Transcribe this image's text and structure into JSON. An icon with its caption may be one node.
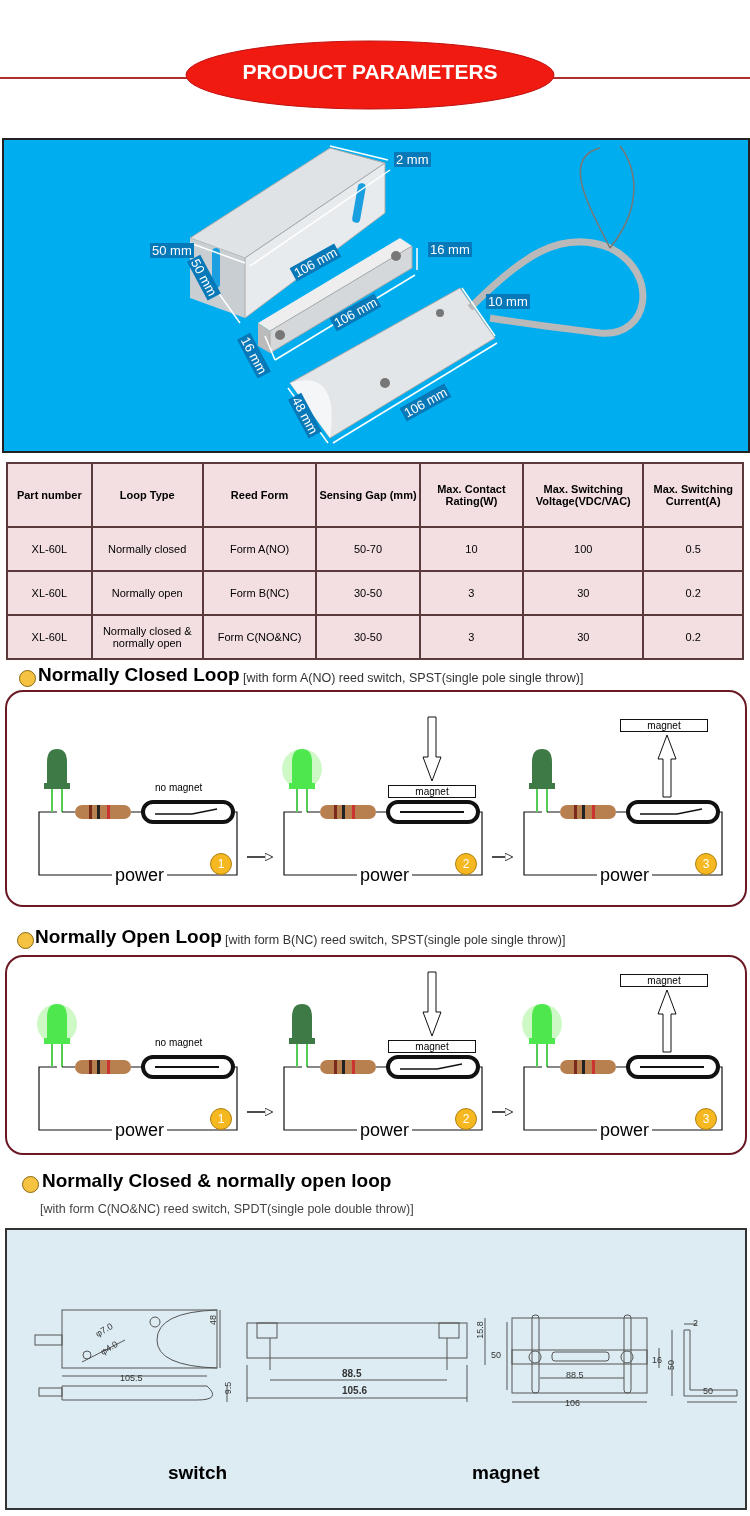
{
  "diagram": {
    "title": "PRODUCT PARAMETERS",
    "nodes": [
      {
        "text": [
          "Normally Closed Loop",
          "[with form A(NO) reed switch, SPST(single pole single throw)]"
        ]
      },
      {
        "text": [
          "no magnet",
          "power",
          "1"
        ],
        "in": 0
      },
      {
        "text": [
          "magnet",
          "power",
          "2"
        ],
        "in": 0
      },
      {
        "text": [
          "magnet",
          "power",
          "3"
        ],
        "in": 0
      },
      {
        "text": [
          "Normally Open Loop",
          "[with form B(NC) reed switch, SPST(single pole single throw)]"
        ]
      },
      {
        "text": [
          "no magnet",
          "power",
          "1"
        ],
        "in": 4
      },
      {
        "text": [
          "magnet",
          "power",
          "2"
        ],
        "in": 4
      },
      {
        "text": [
          "magnet",
          "power",
          "3"
        ],
        "in": 4
      },
      {
        "text": [
          "Normally Closed &  normally open loop",
          "[with form C(NO&NC) reed switch, SPDT(single pole double throw)]"
        ]
      }
    ],
    "edges": [
      {
        "from": 1,
        "to": 2,
        "arrow": "to"
      },
      {
        "from": 2,
        "to": 3,
        "arrow": "to"
      },
      {
        "from": 5,
        "to": 6,
        "arrow": "to"
      },
      {
        "from": 6,
        "to": 7,
        "arrow": "to"
      }
    ],
    "labels": [
      "2 mm",
      "50 mm",
      "50 mm",
      "106 mm",
      "16 mm",
      "106 mm",
      "16 mm",
      "10 mm",
      "48 mm",
      "106 mm",
      "Part number",
      "Loop Type",
      "Reed Form",
      "Sensing Gap (mm)",
      "Max. Contact Rating(W)",
      "Max. Switching Voltage(VDC/VAC)",
      "Max. Switching Current(A)",
      "XL-60L",
      "Normally closed",
      "Form A(NO)",
      "50-70",
      "10",
      "100",
      "0.5",
      "XL-60L",
      "Normally open",
      "Form B(NC)",
      "30-50",
      "3",
      "30",
      "0.2",
      "XL-60L",
      "Normally closed & normally open",
      "Form C(NO&NC)",
      "30-50",
      "3",
      "30",
      "0.2",
      "φ7.0",
      "φ4.0",
      "48",
      "105.5",
      "9.5",
      "15.8",
      "88.5",
      "105.6",
      "50",
      "16",
      "88.5",
      "106",
      "2",
      "50",
      "50",
      "switch",
      "magnet"
    ]
  }
}
